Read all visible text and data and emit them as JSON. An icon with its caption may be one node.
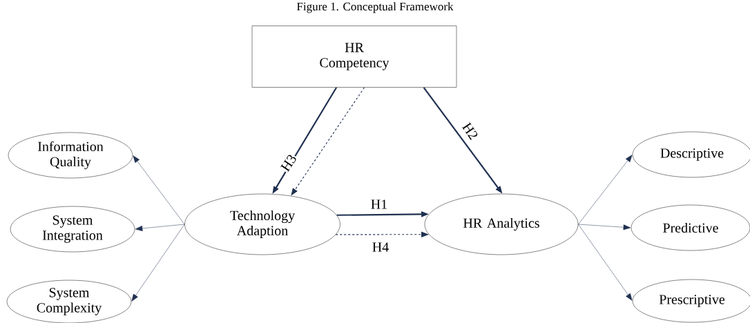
{
  "diagram": {
    "title": "Figure 1. Conceptual Framework",
    "nodes": [
      {
        "text": [
          "HR Competency"
        ]
      },
      {
        "text": [
          "Information Quality"
        ]
      },
      {
        "text": [
          "System Integration"
        ]
      },
      {
        "text": [
          "System Complexity"
        ]
      },
      {
        "text": [
          "Technology Adaption"
        ]
      },
      {
        "text": [
          "HR Analytics"
        ]
      },
      {
        "text": [
          "Descriptive"
        ]
      },
      {
        "text": [
          "Predictive"
        ]
      },
      {
        "text": [
          "Prescriptive"
        ]
      }
    ],
    "edges": [
      {
        "from": 0,
        "to": 4,
        "arrow": "to",
        "label": "H3",
        "style": "thick"
      },
      {
        "from": 0,
        "to": 4,
        "arrow": "to",
        "style": "dashed"
      },
      {
        "from": 0,
        "to": 5,
        "arrow": "to",
        "label": "H2",
        "style": "thick"
      },
      {
        "from": 4,
        "to": 5,
        "arrow": "to",
        "label": "H1",
        "style": "thick"
      },
      {
        "from": 4,
        "to": 5,
        "arrow": "to",
        "label": "H4",
        "style": "dashed"
      },
      {
        "from": 4,
        "to": 1,
        "arrow": "to"
      },
      {
        "from": 4,
        "to": 2,
        "arrow": "to"
      },
      {
        "from": 4,
        "to": 3,
        "arrow": "to"
      },
      {
        "from": 5,
        "to": 6,
        "arrow": "to"
      },
      {
        "from": 5,
        "to": 7,
        "arrow": "to"
      },
      {
        "from": 5,
        "to": 8,
        "arrow": "to"
      }
    ]
  }
}
